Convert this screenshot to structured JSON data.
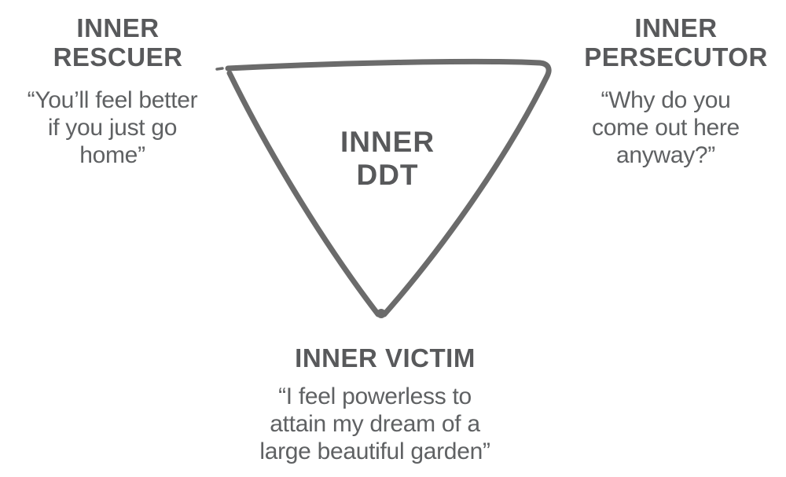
{
  "colors": {
    "background": "#ffffff",
    "triangle_stroke": "#6b6b6b",
    "heading_text": "#58595b",
    "quote_text": "#5f6163"
  },
  "center_label": {
    "lines": [
      "INNER",
      "DDT"
    ]
  },
  "roles": {
    "rescuer": {
      "heading_lines": [
        "INNER",
        "RESCUER"
      ],
      "quote_lines": [
        "“You’ll feel better",
        "if you just go",
        "home”"
      ]
    },
    "persecutor": {
      "heading_lines": [
        "INNER",
        "PERSECUTOR"
      ],
      "quote_lines": [
        "“Why do you",
        "come out here",
        "anyway?”"
      ]
    },
    "victim": {
      "heading_line": "INNER VICTIM",
      "quote_lines": [
        "“I feel powerless to",
        "attain my dream of a",
        "large beautiful garden”"
      ]
    }
  }
}
